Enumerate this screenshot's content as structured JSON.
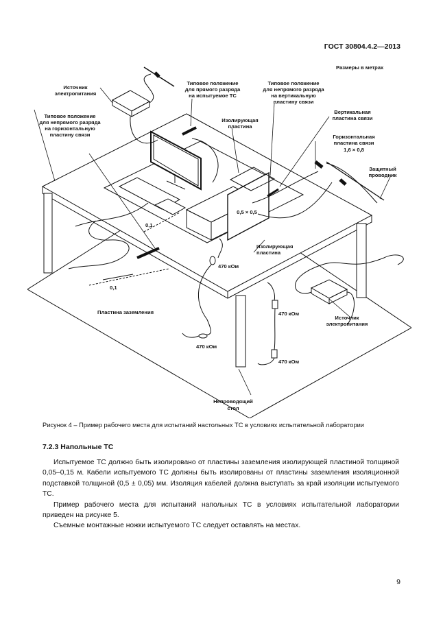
{
  "header": {
    "standard_code": "ГОСТ 30804.4.2—2013"
  },
  "figure": {
    "labels": {
      "dimensions_note": "Размеры в метрах",
      "power_source_top": [
        "Источник",
        "электропитания"
      ],
      "typical_direct": [
        "Типовое положение",
        "для прямого разряда",
        "на испытуемое ТС"
      ],
      "typical_indirect_vertical": [
        "Типовое положение",
        "для непрямого разряда",
        "на вертикальную",
        "пластину связи"
      ],
      "typical_indirect_horizontal": [
        "Типовое положение",
        "для непрямого разряда",
        "на горизонтальную",
        "пластину связи"
      ],
      "insulating_plate_top": [
        "Изолирующая",
        "пластина"
      ],
      "vertical_coupling": [
        "Вертикальная",
        "пластина связи"
      ],
      "horizontal_coupling": [
        "Горизонтальная",
        "пластина связи",
        "1,6 × 0,8"
      ],
      "protective_conductor": [
        "Защитный",
        "проводник"
      ],
      "vcp_size": "0,5 × 0,5",
      "dim_top": "0,1",
      "dim_bottom": "0,1",
      "insulating_plate_mid": [
        "Изолирующая",
        "пластина"
      ],
      "resistor_1": "470 кОм",
      "resistor_2": "470 кОм",
      "resistor_3": "470 кОм",
      "resistor_4": "470 кОм",
      "ground_plane": "Пластина заземления",
      "power_source_right": [
        "Источник",
        "электропитания"
      ],
      "nonconductive_table": [
        "Непроводящий",
        "стол"
      ]
    }
  },
  "caption": "Рисунок 4 – Пример рабочего места для испытаний настольных ТС в условиях испытательной лаборатории",
  "section": {
    "title": "7.2.3 Напольные ТС",
    "paragraphs": [
      "Испытуемое ТС должно быть изолировано от пластины заземления изолирующей пластиной толщиной 0,05–0,15 м. Кабели испытуемого ТС должны быть изолированы от пластины заземления изоляционной подставкой толщиной (0,5 ± 0,05) мм. Изоляция кабелей должна выступать за край изоляции испытуемого ТС.",
      "Пример рабочего места для испытаний напольных ТС в условиях испытательной лаборатории приведен на рисунке 5.",
      "Съемные монтажные ножки испытуемого ТС следует оставлять на местах."
    ]
  },
  "page_number": "9"
}
